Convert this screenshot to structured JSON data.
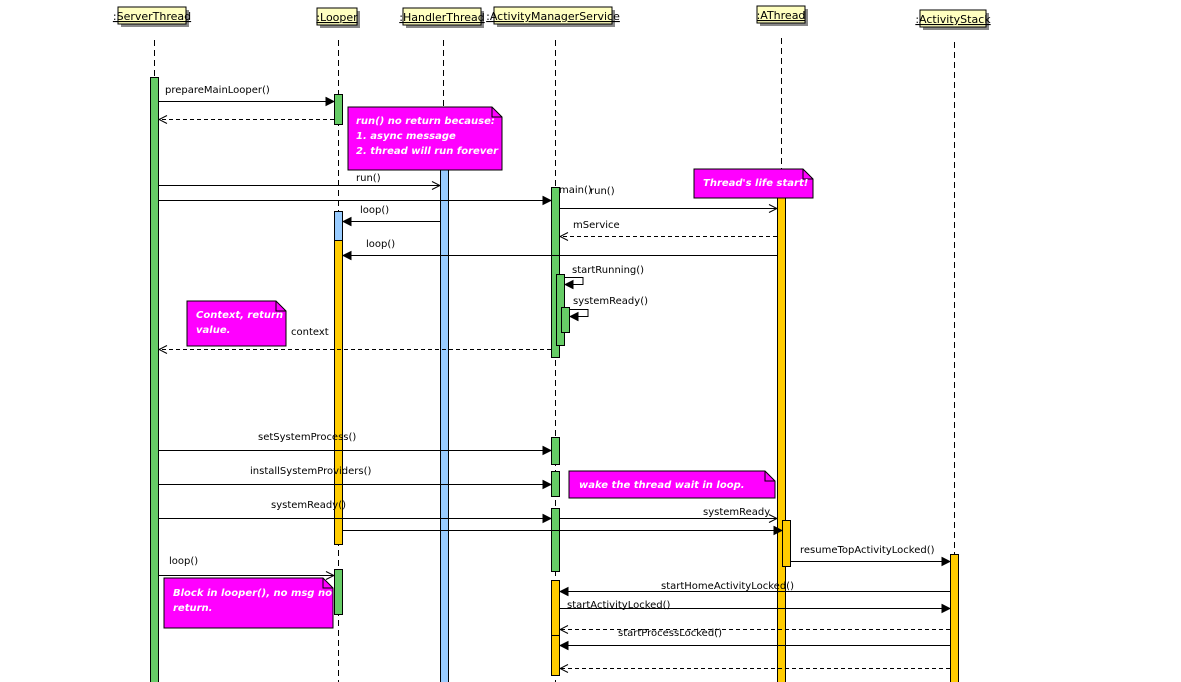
{
  "lifelines": [
    {
      "id": "server",
      "label": ":ServerThread"
    },
    {
      "id": "looper",
      "label": ":Looper"
    },
    {
      "id": "handler",
      "label": ":HandlerThread"
    },
    {
      "id": "ams",
      "label": ":ActivityManagerService"
    },
    {
      "id": "athread",
      "label": ":AThread"
    },
    {
      "id": "stack",
      "label": ":ActivityStack"
    }
  ],
  "messages": [
    {
      "label": "prepareMainLooper()",
      "from": "server",
      "to": "looper",
      "kind": "call"
    },
    {
      "label": "",
      "from": "looper",
      "to": "server",
      "kind": "return"
    },
    {
      "label": "run()",
      "from": "server",
      "to": "handler",
      "kind": "call"
    },
    {
      "label": "main()",
      "from": "server",
      "to": "ams",
      "kind": "call"
    },
    {
      "label": "run()",
      "from": "ams",
      "to": "athread",
      "kind": "call"
    },
    {
      "label": "loop()",
      "from": "handler",
      "to": "looper",
      "kind": "call"
    },
    {
      "label": "mService",
      "from": "athread",
      "to": "ams",
      "kind": "return"
    },
    {
      "label": "loop()",
      "from": "athread",
      "to": "looper",
      "kind": "call"
    },
    {
      "label": "startRunning()",
      "from": "ams",
      "to": "ams",
      "kind": "self"
    },
    {
      "label": "systemReady()",
      "from": "ams",
      "to": "ams",
      "kind": "self"
    },
    {
      "label": "context",
      "from": "ams",
      "to": "server",
      "kind": "return"
    },
    {
      "label": "setSystemProcess()",
      "from": "server",
      "to": "ams",
      "kind": "call"
    },
    {
      "label": "installSystemProviders()",
      "from": "server",
      "to": "ams",
      "kind": "call"
    },
    {
      "label": "systemReady()",
      "from": "server",
      "to": "ams",
      "kind": "call"
    },
    {
      "label": "systemReady",
      "from": "ams",
      "to": "athread",
      "kind": "return"
    },
    {
      "label": "",
      "from": "looper",
      "to": "athread",
      "kind": "call"
    },
    {
      "label": "resumeTopActivityLocked()",
      "from": "athread",
      "to": "stack",
      "kind": "call"
    },
    {
      "label": "loop()",
      "from": "server",
      "to": "looper",
      "kind": "call"
    },
    {
      "label": "startHomeActivityLocked()",
      "from": "stack",
      "to": "ams",
      "kind": "call"
    },
    {
      "label": "startActivityLocked()",
      "from": "ams",
      "to": "stack",
      "kind": "call"
    },
    {
      "label": "",
      "from": "stack",
      "to": "ams",
      "kind": "return"
    },
    {
      "label": "startProcessLocked()",
      "from": "stack",
      "to": "ams",
      "kind": "call"
    },
    {
      "label": "",
      "from": "stack",
      "to": "ams",
      "kind": "return"
    }
  ],
  "notes": [
    {
      "lines": [
        "run() no return because:",
        "1. async message",
        "2. thread will run forever"
      ]
    },
    {
      "lines": [
        "Thread's life start!"
      ]
    },
    {
      "lines": [
        "Context, return",
        "value."
      ]
    },
    {
      "lines": [
        "wake the thread wait in loop."
      ]
    },
    {
      "lines": [
        "Block in looper(), no msg no",
        "return."
      ]
    }
  ],
  "colors": {
    "lifeline_head_fill": "#FFFFC0",
    "activation_green": "#66CC66",
    "activation_yellow": "#FFCC00",
    "activation_blue": "#99CCFF",
    "note_fill": "#FF00FF",
    "note_text": "#FFFFFF"
  }
}
